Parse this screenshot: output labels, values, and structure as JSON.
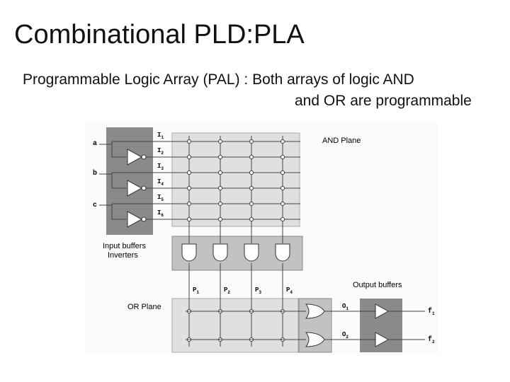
{
  "slide": {
    "title": "Combinational PLD:PLA",
    "subtitle_line1": "Programmable Logic Array (PAL) : Both arrays of logic AND",
    "subtitle_line2": "and OR are programmable"
  },
  "diagram": {
    "inputs": [
      "a",
      "b",
      "c"
    ],
    "input_lines": [
      "I",
      "I",
      "I",
      "I",
      "I",
      "I"
    ],
    "input_line_subs": [
      "1",
      "2",
      "3",
      "4",
      "5",
      "6"
    ],
    "products": [
      "P",
      "P",
      "P",
      "P"
    ],
    "product_subs": [
      "1",
      "2",
      "3",
      "4"
    ],
    "or_outputs": [
      "O",
      "O"
    ],
    "or_output_subs": [
      "1",
      "2"
    ],
    "functions": [
      "f",
      "f"
    ],
    "function_subs": [
      "1",
      "2"
    ],
    "labels": {
      "and_plane": "AND Plane",
      "or_plane": "OR Plane",
      "output_buffers": "Output buffers",
      "input_buffers_line1": "Input buffers",
      "input_buffers_line2": "Inverters"
    },
    "colors": {
      "buffer_block": "#8a8a8a",
      "plane_fill": "#e0e0e0",
      "gate_block": "#c2c2c2",
      "line": "#444444"
    }
  }
}
